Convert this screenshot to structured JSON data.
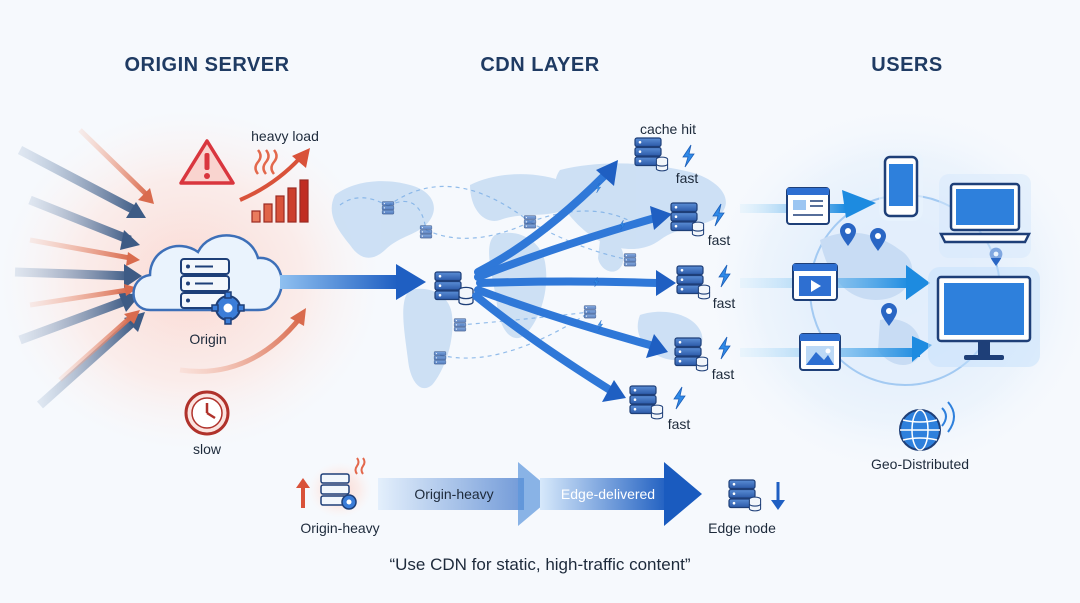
{
  "sections": {
    "origin_title": "ORIGIN SERVER",
    "cdn_title": "CDN LAYER",
    "users_title": "USERS"
  },
  "origin": {
    "heavy_load_label": "heavy load",
    "origin_label": "Origin",
    "slow_label": "slow"
  },
  "cdn": {
    "cache_hit_label": "cache hit",
    "edge_labels": [
      "fast",
      "fast",
      "fast",
      "fast",
      "fast"
    ]
  },
  "users": {
    "geo_label": "Geo-Distributed"
  },
  "legend": {
    "origin_heavy_label": "Origin-heavy",
    "arrow_origin_heavy": "Origin-heavy",
    "arrow_edge_delivered": "Edge-delivered",
    "edge_node_label": "Edge node"
  },
  "caption": "“Use CDN for static, high-traffic content”",
  "colors": {
    "warning_red": "#d9363e",
    "cdn_blue": "#1f6fd1",
    "dark_navy": "#1f3b63",
    "user_glow": "#4aa3ff"
  },
  "icons": [
    "warning-icon",
    "server-icon",
    "gear-icon",
    "cloud-icon",
    "clock-icon",
    "lightning-icon",
    "phone-icon",
    "laptop-icon",
    "monitor-icon",
    "globe-icon",
    "map-pin-icon",
    "webpage-icon",
    "video-icon",
    "image-icon",
    "database-icon"
  ]
}
